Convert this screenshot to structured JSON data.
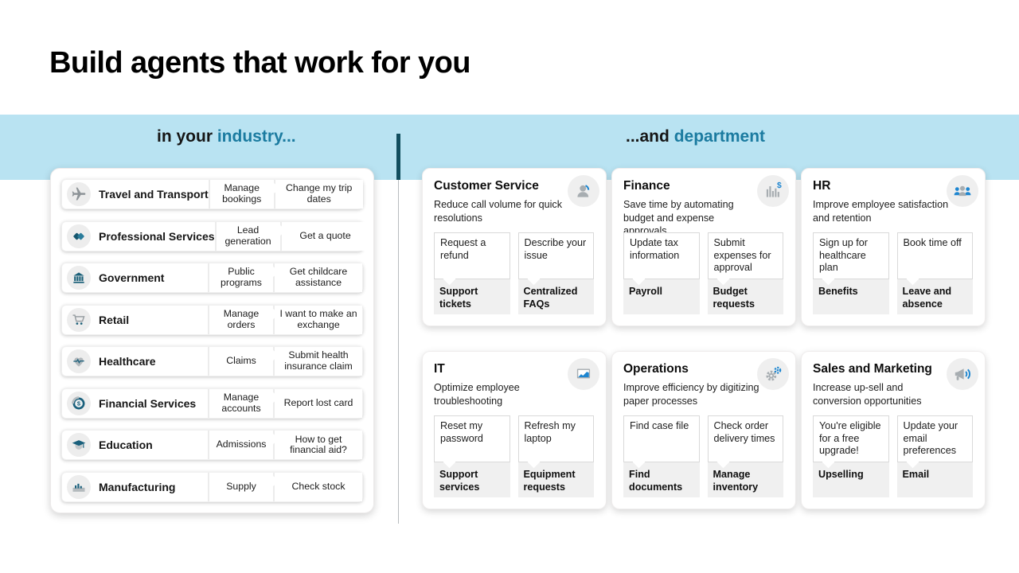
{
  "slide": {
    "title": "Build agents that work for you"
  },
  "headers": {
    "industry_prefix": "in your ",
    "industry_accent": "industry...",
    "department_prefix": "...and ",
    "department_accent": "department"
  },
  "colors": {
    "band_blue": "#b9e3f2",
    "accent_teal_text": "#1b7ba0",
    "divider_dark_teal": "#114e5f",
    "icon_teal": "#1a607c",
    "icon_gray": "#a7adb1",
    "icon_blue": "#1e86d0"
  },
  "industries": [
    {
      "label": "Travel and Transport",
      "icon": "airplane-icon",
      "topic": "Manage bookings",
      "query": "Change my trip dates"
    },
    {
      "label": "Professional Services",
      "icon": "handshake-icon",
      "topic": "Lead generation",
      "query": "Get a quote"
    },
    {
      "label": "Government",
      "icon": "bank-building-icon",
      "topic": "Public programs",
      "query": "Get childcare assistance"
    },
    {
      "label": "Retail",
      "icon": "shopping-cart-icon",
      "topic": "Manage orders",
      "query": "I want to make an exchange"
    },
    {
      "label": "Healthcare",
      "icon": "heart-pulse-icon",
      "topic": "Claims",
      "query": "Submit health insurance claim"
    },
    {
      "label": "Financial Services",
      "icon": "coin-icon",
      "topic": "Manage accounts",
      "query": "Report lost card"
    },
    {
      "label": "Education",
      "icon": "graduation-cap-icon",
      "topic": "Admissions",
      "query": "How to get financial aid?"
    },
    {
      "label": "Manufacturing",
      "icon": "factory-icon",
      "topic": "Supply",
      "query": "Check stock"
    }
  ],
  "departments": [
    {
      "name": "Customer Service",
      "icon": "person-icon",
      "description": "Reduce call volume for quick resolutions",
      "columns": [
        {
          "query": "Request a refund",
          "topic": "Support tickets"
        },
        {
          "query": "Describe your issue",
          "topic": "Centralized FAQs"
        }
      ]
    },
    {
      "name": "Finance",
      "icon": "bar-chart-dollar-icon",
      "description": "Save time by automating budget and expense approvals",
      "columns": [
        {
          "query": "Update tax information",
          "topic": "Payroll"
        },
        {
          "query": "Submit expenses for approval",
          "topic": "Budget requests"
        }
      ]
    },
    {
      "name": "HR",
      "icon": "people-group-icon",
      "description": "Improve employee satisfaction and retention",
      "columns": [
        {
          "query": "Sign up for healthcare plan",
          "topic": "Benefits"
        },
        {
          "query": "Book time off",
          "topic": "Leave and absence"
        }
      ]
    },
    {
      "name": "IT",
      "icon": "laptop-chart-icon",
      "description": "Optimize employee troubleshooting",
      "columns": [
        {
          "query": "Reset my password",
          "topic": "Support services"
        },
        {
          "query": "Refresh my laptop",
          "topic": "Equipment requests"
        }
      ]
    },
    {
      "name": "Operations",
      "icon": "gears-icon",
      "description": "Improve efficiency by digitizing paper processes",
      "columns": [
        {
          "query": "Find case file",
          "topic": "Find documents"
        },
        {
          "query": "Check order delivery times",
          "topic": "Manage inventory"
        }
      ]
    },
    {
      "name": "Sales and Marketing",
      "icon": "megaphone-icon",
      "description": "Increase up-sell and conversion opportunities",
      "columns": [
        {
          "query": "You're eligible for a free upgrade!",
          "topic": "Upselling"
        },
        {
          "query": "Update your email preferences",
          "topic": "Email"
        }
      ]
    }
  ]
}
